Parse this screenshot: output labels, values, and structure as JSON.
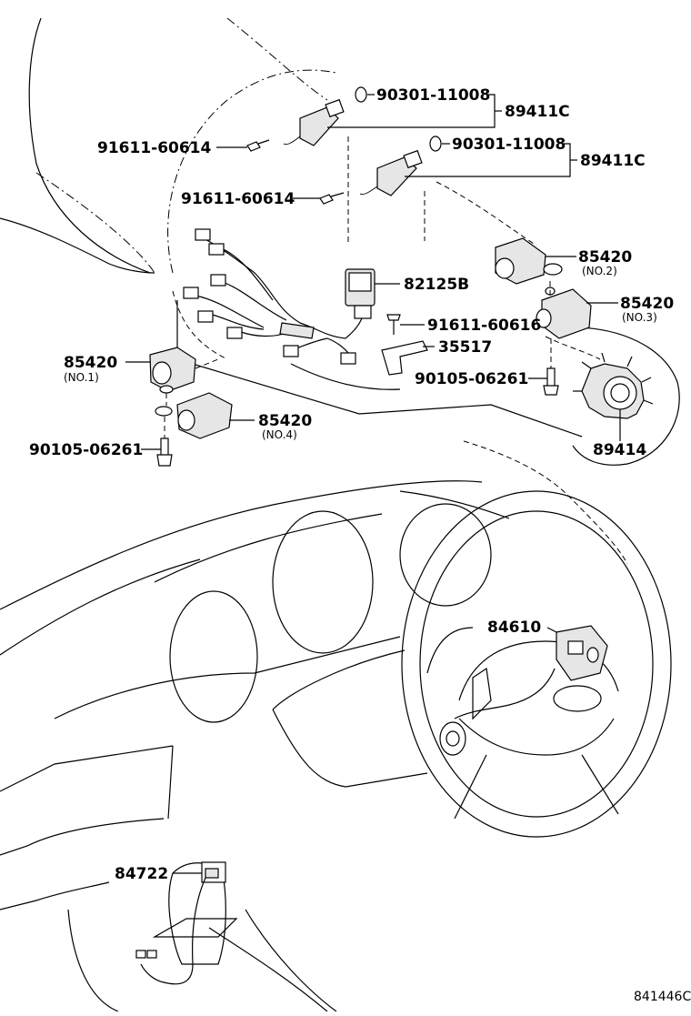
{
  "diagram": {
    "reference_code": "841446C",
    "labels": {
      "p90301_a": "90301-11008",
      "p89411c_a": "89411C",
      "p91611_a": "91611-60614",
      "p90301_b": "90301-11008",
      "p89411c_b": "89411C",
      "p91611_b": "91611-60614",
      "p85420_no2": "85420",
      "p85420_no2_sub": "(NO.2)",
      "p82125b": "82125B",
      "p85420_no3": "85420",
      "p85420_no3_sub": "(NO.3)",
      "p91611_c": "91611-60616",
      "p35517": "35517",
      "p85420_no1": "85420",
      "p85420_no1_sub": "(NO.1)",
      "p90105_a": "90105-06261",
      "p85420_no4": "85420",
      "p85420_no4_sub": "(NO.4)",
      "p90105_b": "90105-06261",
      "p89414": "89414",
      "p84610": "84610",
      "p84722": "84722"
    }
  }
}
